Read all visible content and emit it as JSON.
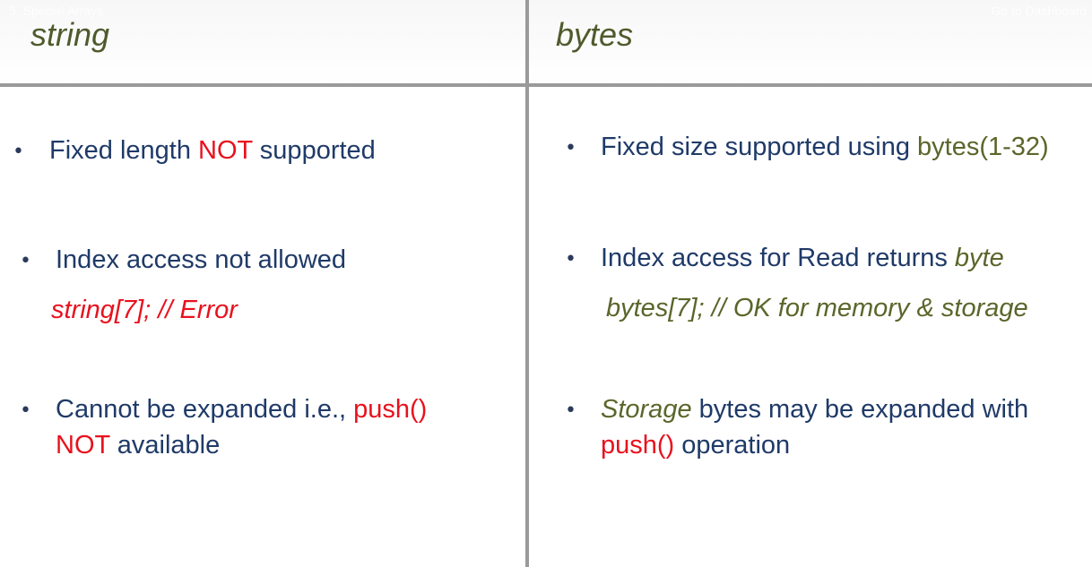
{
  "overlay": {
    "left": "5. Special Arrays",
    "right": "Go to Dashboard"
  },
  "left_column": {
    "title": "string",
    "item1": {
      "pre": "Fixed length ",
      "red": "NOT",
      "post": " supported"
    },
    "item2": {
      "text": "Index access not allowed",
      "code": "string[7];     // Error"
    },
    "item3": {
      "pre": "Cannot be expanded i.e., ",
      "red1": "push()",
      "red2": "NOT",
      "post": " available"
    }
  },
  "right_column": {
    "title": "bytes",
    "item1": {
      "pre": "Fixed size supported using ",
      "olive": "bytes(1-32)"
    },
    "item2": {
      "pre": "Index access for Read returns ",
      "italic": "byte",
      "code": "bytes[7];  // OK for memory & storage"
    },
    "item3": {
      "italic": "Storage",
      "post1": " bytes may be expanded with",
      "red": "push()",
      "post2": " operation"
    }
  },
  "colors": {
    "navy": "#1f3a68",
    "red": "#e8111d",
    "olive": "#5a662a",
    "rule": "#9a9a9a"
  }
}
